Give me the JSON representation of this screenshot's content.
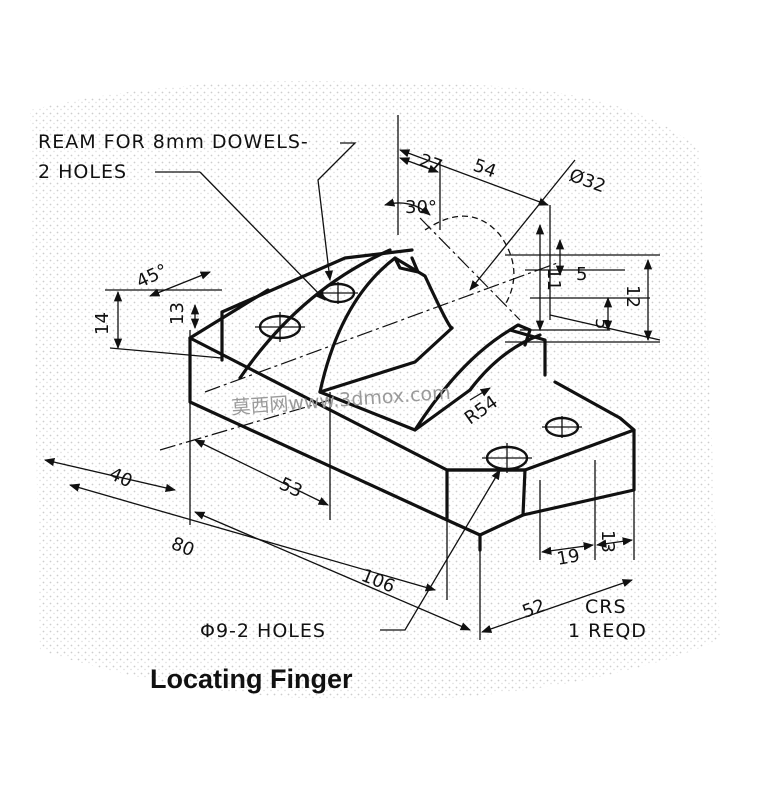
{
  "notes": {
    "ream_line1": "REAM FOR 8mm DOWELS-",
    "ream_line2": "2 HOLES",
    "holes_note": "Φ9-2 HOLES",
    "material": "CRS",
    "quantity": "1 REQD"
  },
  "title": "Locating Finger",
  "watermark": "莫西网www.3dmox.com",
  "dimensions": {
    "d27": "27",
    "d54": "54",
    "d32": "Ø32",
    "a30": "30°",
    "a45": "45°",
    "d14": "14",
    "d13_left": "13",
    "d11": "11",
    "d5_top": "5",
    "d12": "12",
    "d5_mid": "5",
    "r54": "R54",
    "d40": "40",
    "d53": "53",
    "d80": "80",
    "d106": "106",
    "d19": "19",
    "d13_right": "13",
    "d52": "52"
  }
}
